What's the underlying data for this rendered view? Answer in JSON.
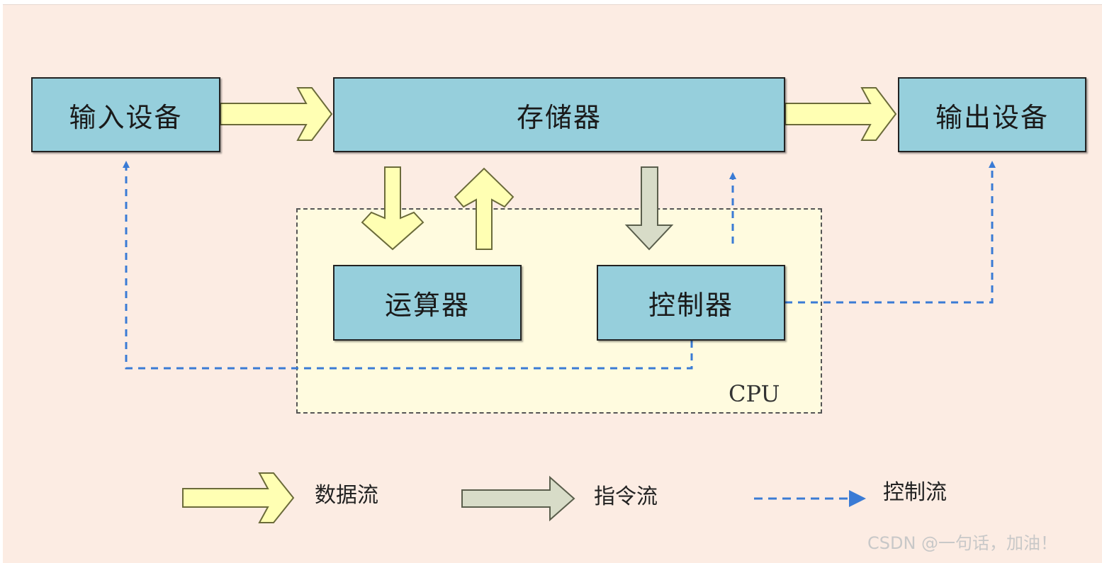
{
  "diagram": {
    "nodes": {
      "input_device": "输入设备",
      "memory": "存储器",
      "output_device": "输出设备",
      "alu": "运算器",
      "control_unit": "控制器"
    },
    "cpu_label": "CPU",
    "legend": {
      "data_flow": "数据流",
      "instruction_flow": "指令流",
      "control_flow": "控制流"
    },
    "colors": {
      "background": "#fcece3",
      "box_fill": "#96cfdc",
      "cpu_fill": "#fffbdf",
      "data_arrow": "#ffffb3",
      "instruction_arrow": "#d8dcc8",
      "control_line": "#3a7bd5"
    }
  },
  "watermark": "CSDN @一句话，加油！"
}
